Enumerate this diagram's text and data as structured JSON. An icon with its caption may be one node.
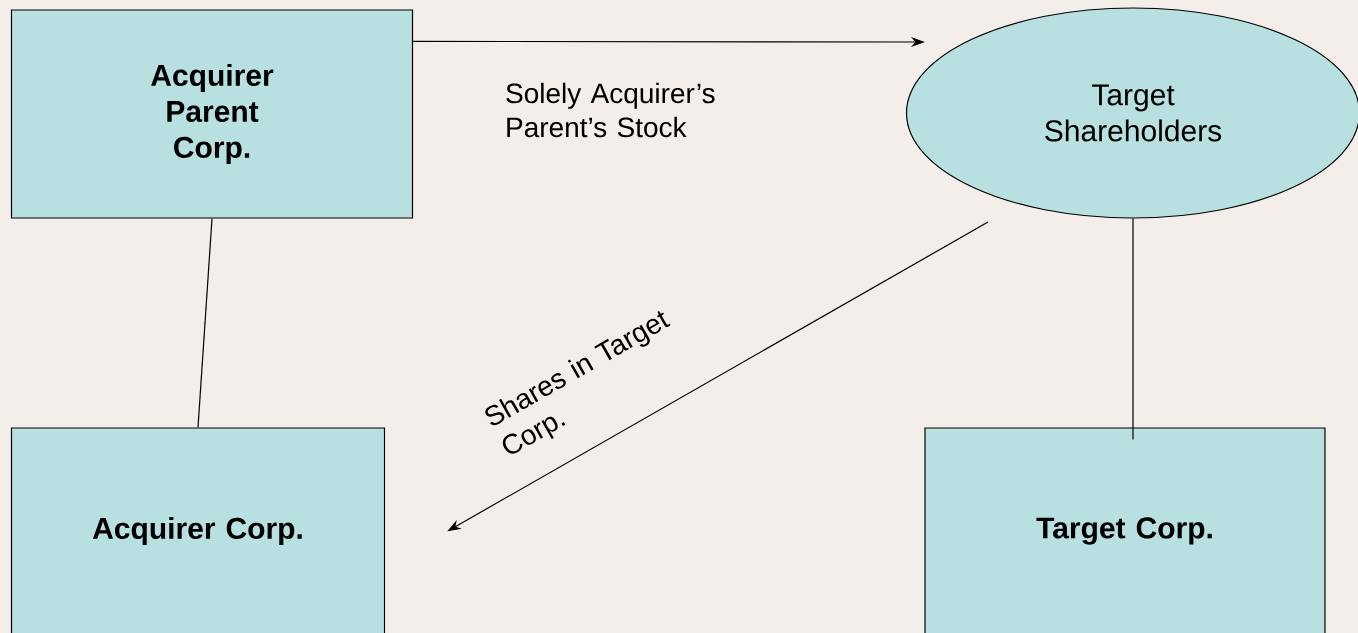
{
  "diagram": {
    "nodes": [
      {
        "text": [
          "Acquirer Parent Corp."
        ]
      },
      {
        "text": [
          "Target Shareholders"
        ]
      },
      {
        "text": [
          "Acquirer Corp."
        ]
      },
      {
        "text": [
          "Target Corp."
        ]
      }
    ],
    "edges": [
      {
        "from": 0,
        "to": 1,
        "arrow": "to",
        "label": "Solely Acquirer’s Parent’s Stock"
      },
      {
        "from": 1,
        "to": 2,
        "arrow": "to",
        "label": "Shares in Target Corp."
      },
      {
        "from": 0,
        "to": 2,
        "arrow": "none"
      },
      {
        "from": 1,
        "to": 3,
        "arrow": "none"
      }
    ]
  }
}
